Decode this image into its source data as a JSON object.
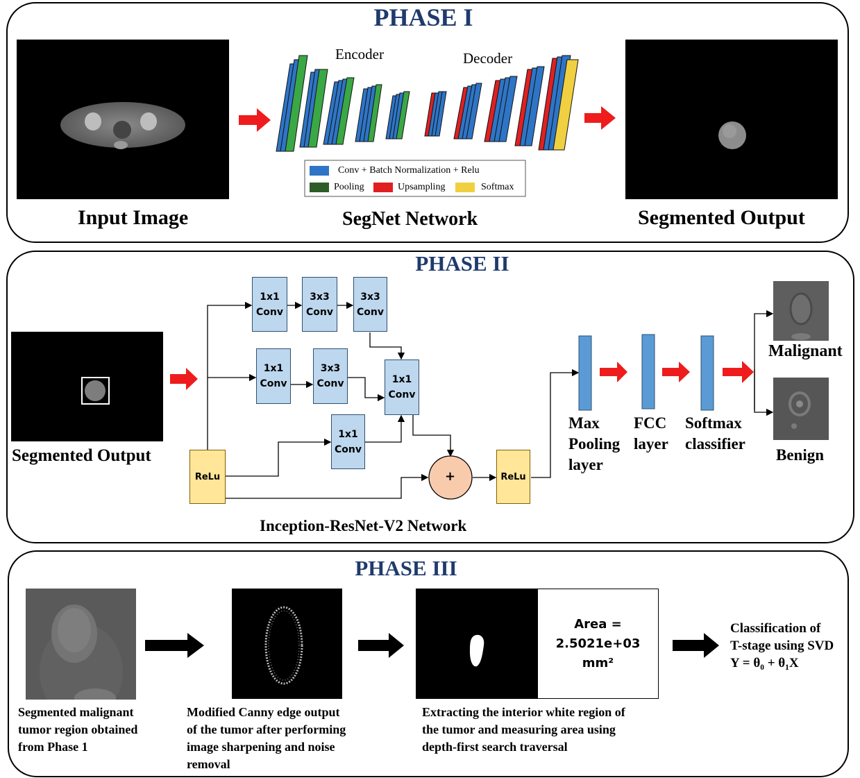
{
  "phase1": {
    "title": "PHASE I",
    "input_caption": "Input Image",
    "network_caption": "SegNet Network",
    "output_caption": "Segmented Output",
    "encoder_label": "Encoder",
    "decoder_label": "Decoder",
    "legend": {
      "conv": "Conv + Batch Normalization + Relu",
      "pooling": "Pooling",
      "upsampling": "Upsampling",
      "softmax": "Softmax"
    },
    "colors": {
      "conv": "#2e75c6",
      "pooling": "#3aa845",
      "upsampling": "#e02020",
      "softmax": "#f0d040",
      "arrow": "#ee1c1c"
    }
  },
  "phase2": {
    "title": "PHASE II",
    "input_caption": "Segmented Output",
    "network_caption": "Inception-ResNet-V2 Network",
    "blocks": {
      "b1a": "1x1 Conv",
      "b1b": "3x3 Conv",
      "b1c": "3x3 Conv",
      "b2a": "1x1 Conv",
      "b2b": "3x3 Conv",
      "b2c": "1x1 Conv",
      "b3a": "1x1 Conv"
    },
    "relu_in": "ReLu",
    "relu_out": "ReLu",
    "sum_symbol": "+",
    "max_pool_label": [
      "Max",
      "Pooling",
      "layer"
    ],
    "fcc_label": [
      "FCC",
      "layer"
    ],
    "softmax_label": [
      "Softmax",
      "classifier"
    ],
    "malignant_label": "Malignant",
    "benign_label": "Benign"
  },
  "phase3": {
    "title": "PHASE III",
    "desc1": [
      "Segmented malignant",
      "tumor region obtained",
      "from Phase 1"
    ],
    "desc2": [
      "Modified Canny edge output",
      "of the tumor after performing",
      "image sharpening and noise",
      "removal"
    ],
    "desc3": [
      "Extracting the interior white region of",
      "the tumor and measuring area using",
      "depth-first search traversal"
    ],
    "area_lines": [
      "Area =",
      "2.5021e+03",
      "mm²"
    ],
    "classification": [
      "Classification of",
      "T-stage using SVD"
    ],
    "formula": "Y = θ₀ + θ₁X"
  }
}
